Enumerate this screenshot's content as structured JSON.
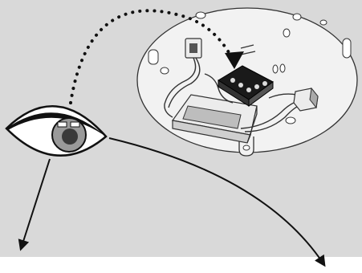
{
  "colors": {
    "background": "#d9d9d9",
    "bottom_strip": "#ffffff",
    "line": "#111111",
    "plate_fill": "#f2f2f2",
    "plate_stroke": "#333333",
    "eye_white": "#ffffff",
    "iris": "#9a9a9a",
    "pupil": "#3a3a3a"
  },
  "illustration": {
    "subject": "ceiling-mounting-plate-with-wiring-terminal",
    "viewer": "eye-icon",
    "pointer": "dotted-arrow",
    "directions": [
      "down-left-arrow",
      "down-right-arrow"
    ]
  }
}
